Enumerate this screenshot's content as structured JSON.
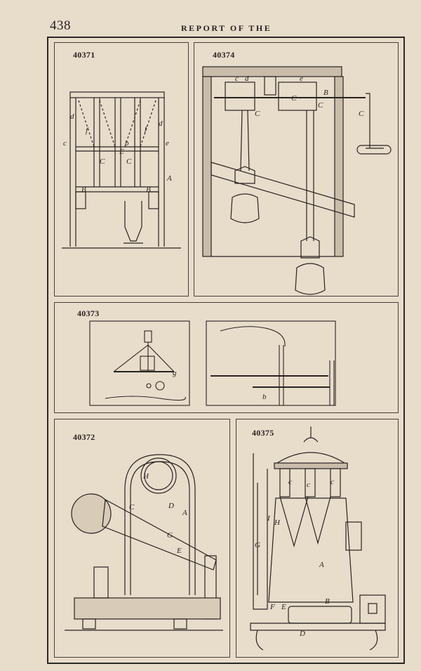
{
  "header": {
    "page_number": "438",
    "running_title": "REPORT OF THE"
  },
  "figures": {
    "fig1": {
      "number": "40371",
      "labels": [
        "d",
        "f",
        "b",
        "f",
        "d",
        "c",
        "E",
        "e",
        "C",
        "C",
        "A",
        "B",
        "B"
      ]
    },
    "fig2": {
      "number": "40374",
      "labels": [
        "c",
        "d",
        "e",
        "B",
        "C",
        "C",
        "C",
        "C"
      ]
    },
    "fig3": {
      "number": "40373",
      "labels": [
        "g",
        "b"
      ]
    },
    "fig4": {
      "number": "40372",
      "labels": [
        "H",
        "C",
        "D",
        "A",
        "G",
        "E"
      ]
    },
    "fig5": {
      "number": "40375",
      "labels": [
        "c",
        "c",
        "c",
        "H",
        "I",
        "G",
        "A",
        "B",
        "F",
        "E",
        "D"
      ]
    }
  }
}
